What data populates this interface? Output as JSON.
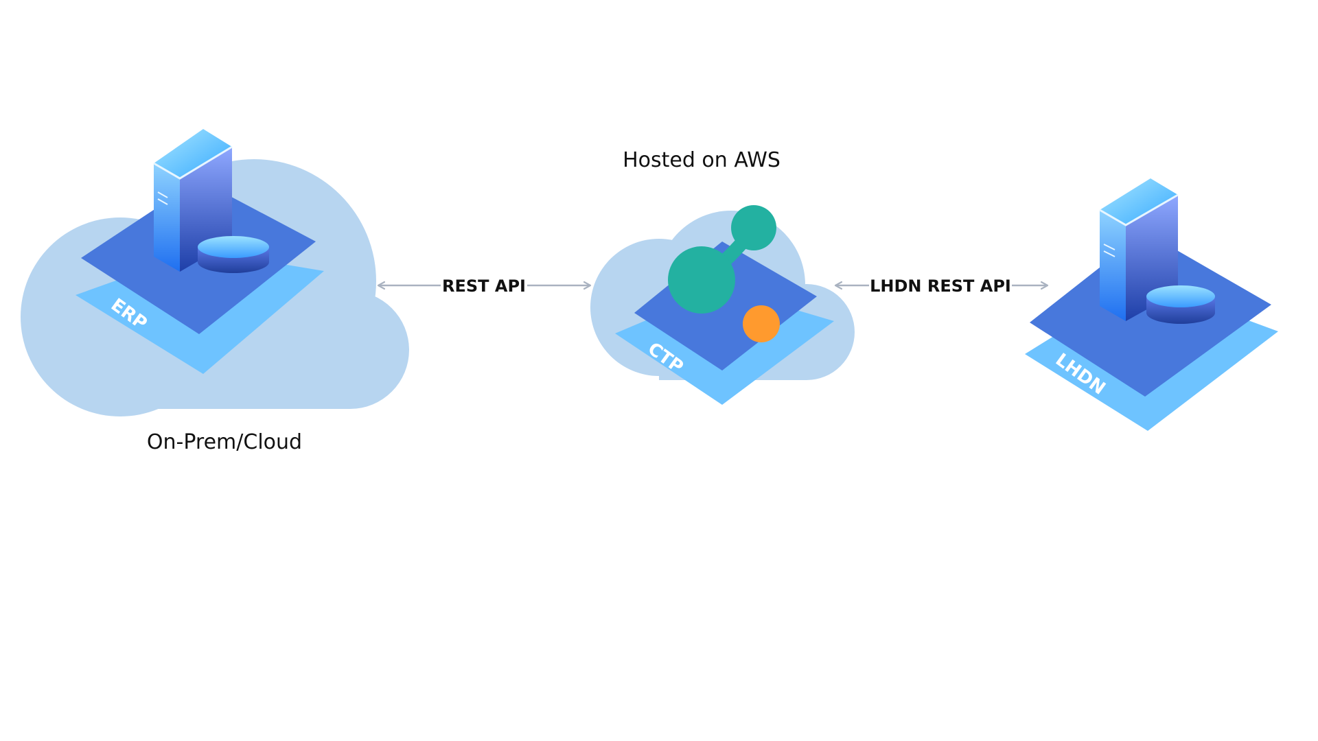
{
  "captions": {
    "hosted": "Hosted on AWS",
    "onprem": "On-Prem/Cloud"
  },
  "nodes": {
    "erp": "ERP",
    "ctp": "CTP",
    "lhdn": "LHDN"
  },
  "edges": {
    "erp_ctp": "REST API",
    "ctp_lhdn": "LHDN REST API"
  },
  "colors": {
    "cloud": "#B7D5F0",
    "platform_top": "#4878DC",
    "platform_edge": "#6EC3FF",
    "server_front": "#3A80F0",
    "server_side": "#2E5EC8",
    "server_top": "#5FC8FF",
    "node_teal": "#23B1A1",
    "node_orange": "#FF9A2E",
    "arrow": "#A9B2C0"
  }
}
